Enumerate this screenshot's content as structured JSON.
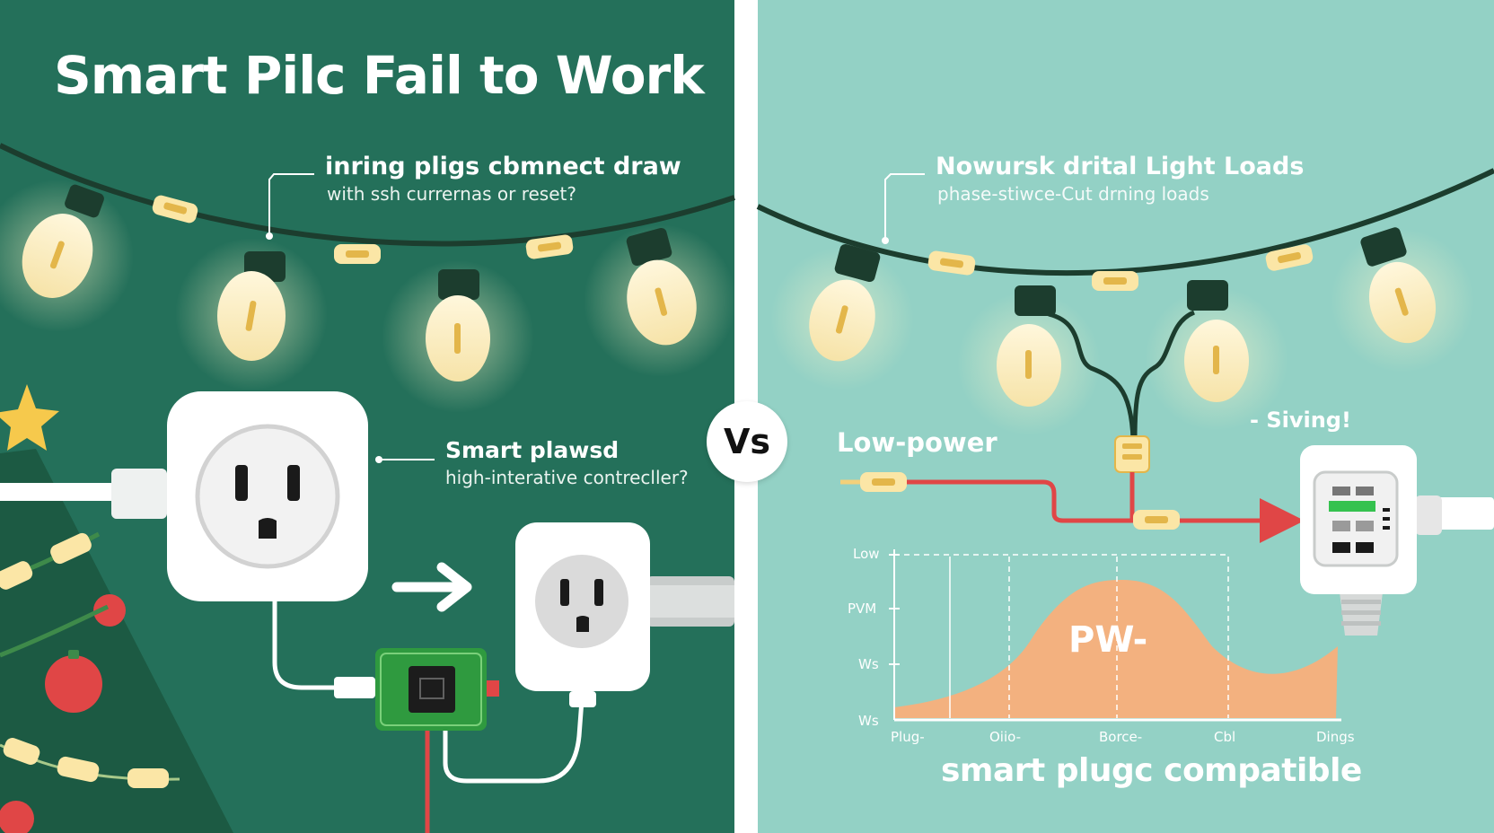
{
  "page": {
    "title": "Smart Pilc Fail to Work",
    "vs_label": "Vs"
  },
  "left_panel": {
    "callout_top": {
      "heading": "inring pligs cbmnect draw",
      "sub": "with ssh currernas or reset?"
    },
    "callout_mid": {
      "heading": "Smart plawsd",
      "sub": "high-interative contrecller?"
    },
    "colors": {
      "background": "#24705a",
      "cord": "#1c3d2e"
    }
  },
  "right_panel": {
    "callout_top": {
      "heading": "Nowursk drital Light Loads",
      "sub": "phase-stiwce-Cut drning loads"
    },
    "label_low_power": "Low-power",
    "label_siving": "- Siving!",
    "footer": "smart plugc compatible",
    "colors": {
      "background": "#93d1c5",
      "signal": "#e04646",
      "curve": "#f3b17f"
    }
  },
  "chart_data": {
    "type": "area",
    "title": "",
    "curve_label": "PW-",
    "y_tick_labels": [
      "Low",
      "PVM",
      "Ws",
      "Ws"
    ],
    "x_tick_labels": [
      "Plug-",
      "Oiio-",
      "Borce-",
      "Cbl",
      "Dings"
    ],
    "fill_color": "#f3b17f",
    "grid": false
  }
}
